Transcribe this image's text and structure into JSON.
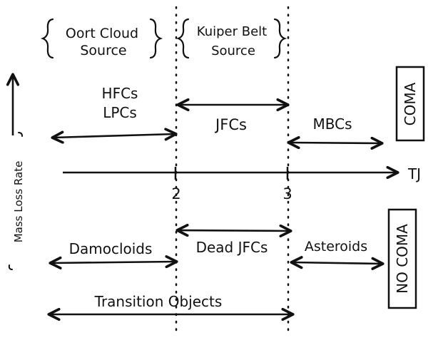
{
  "sources": {
    "oort_line1": "Oort Cloud",
    "oort_line2": "Source",
    "kuiper_line1": "Kuiper Belt",
    "kuiper_line2": "Source"
  },
  "upper": {
    "hfcs": "HFCs",
    "lpcs": "LPCs",
    "jfcs": "JFCs",
    "mbcs": "MBCs",
    "box_label": "COMA"
  },
  "axis": {
    "label": "TJ",
    "tick_2": "2",
    "tick_3": "3",
    "y_label": "Mass Loss Rate"
  },
  "lower": {
    "damocloids": "Damocloids",
    "dead_jfcs": "Dead JFCs",
    "asteroids": "Asteroids",
    "box_label": "NO COMA",
    "transition": "Transition Objects"
  },
  "colors": {
    "ink": "#111111"
  }
}
